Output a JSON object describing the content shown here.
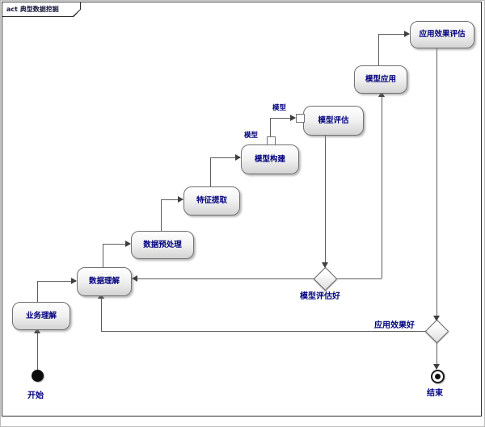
{
  "diagram": {
    "tab_label": "act 典型数据挖掘",
    "kind": "uml-activity-diagram"
  },
  "activities": [
    {
      "label": "业务理解"
    },
    {
      "label": "数据理解"
    },
    {
      "label": "数据预处理"
    },
    {
      "label": "特征提取"
    },
    {
      "label": "模型构建"
    },
    {
      "label": "模型评估"
    },
    {
      "label": "模型应用"
    },
    {
      "label": "应用效果评估"
    }
  ],
  "object_pins": [
    {
      "label": "模型"
    },
    {
      "label": "模型"
    }
  ],
  "decisions": [
    {
      "label": "模型评估好"
    },
    {
      "label": "应用效果好"
    }
  ],
  "terminals": {
    "start_label": "开始",
    "end_label": "结束"
  },
  "colors": {
    "node_text": "#00007d",
    "node_border": "#707070",
    "connector": "#5c5c5c",
    "frame_border": "#2e2e2e",
    "node_fill_top": "#ffffff",
    "node_fill_bottom": "#d3d3d3"
  }
}
